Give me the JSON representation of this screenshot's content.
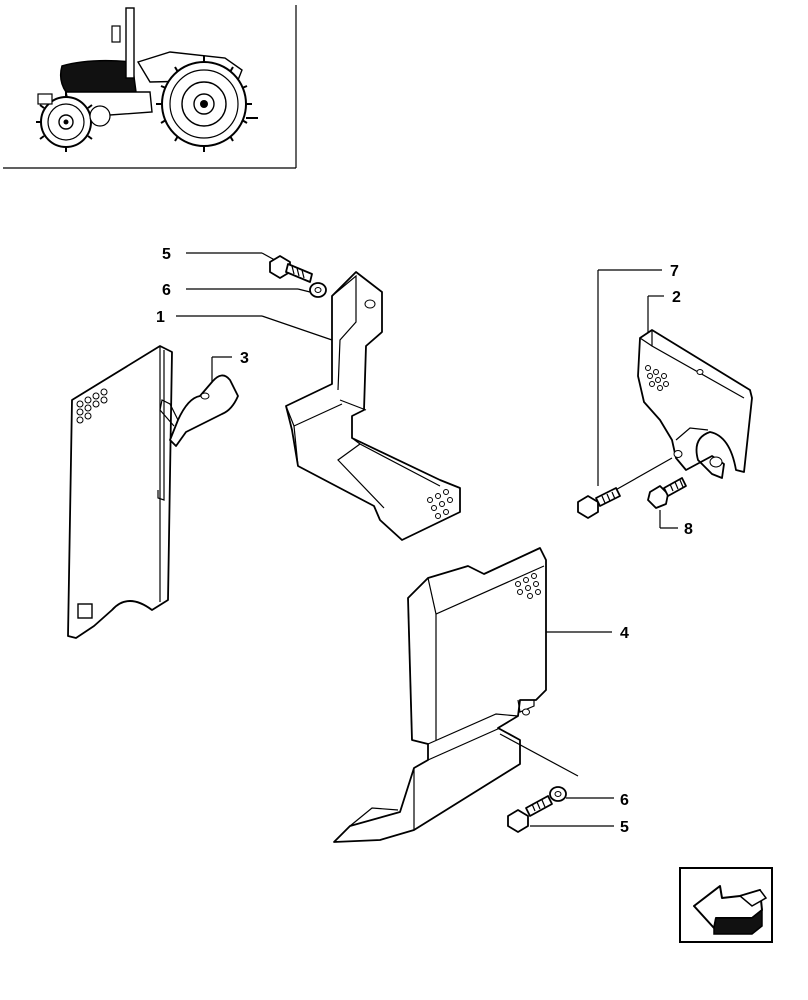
{
  "callouts": [
    {
      "id": "callout-5-top",
      "text": "5"
    },
    {
      "id": "callout-6-top",
      "text": "6"
    },
    {
      "id": "callout-1",
      "text": "1"
    },
    {
      "id": "callout-3",
      "text": "3"
    },
    {
      "id": "callout-7",
      "text": "7"
    },
    {
      "id": "callout-2",
      "text": "2"
    },
    {
      "id": "callout-8",
      "text": "8"
    },
    {
      "id": "callout-4",
      "text": "4"
    },
    {
      "id": "callout-6-bottom",
      "text": "6"
    },
    {
      "id": "callout-5-bottom",
      "text": "5"
    }
  ],
  "icons": {
    "tractor": "tractor-thumbnail-icon",
    "navigation": "arrow-back-icon"
  }
}
